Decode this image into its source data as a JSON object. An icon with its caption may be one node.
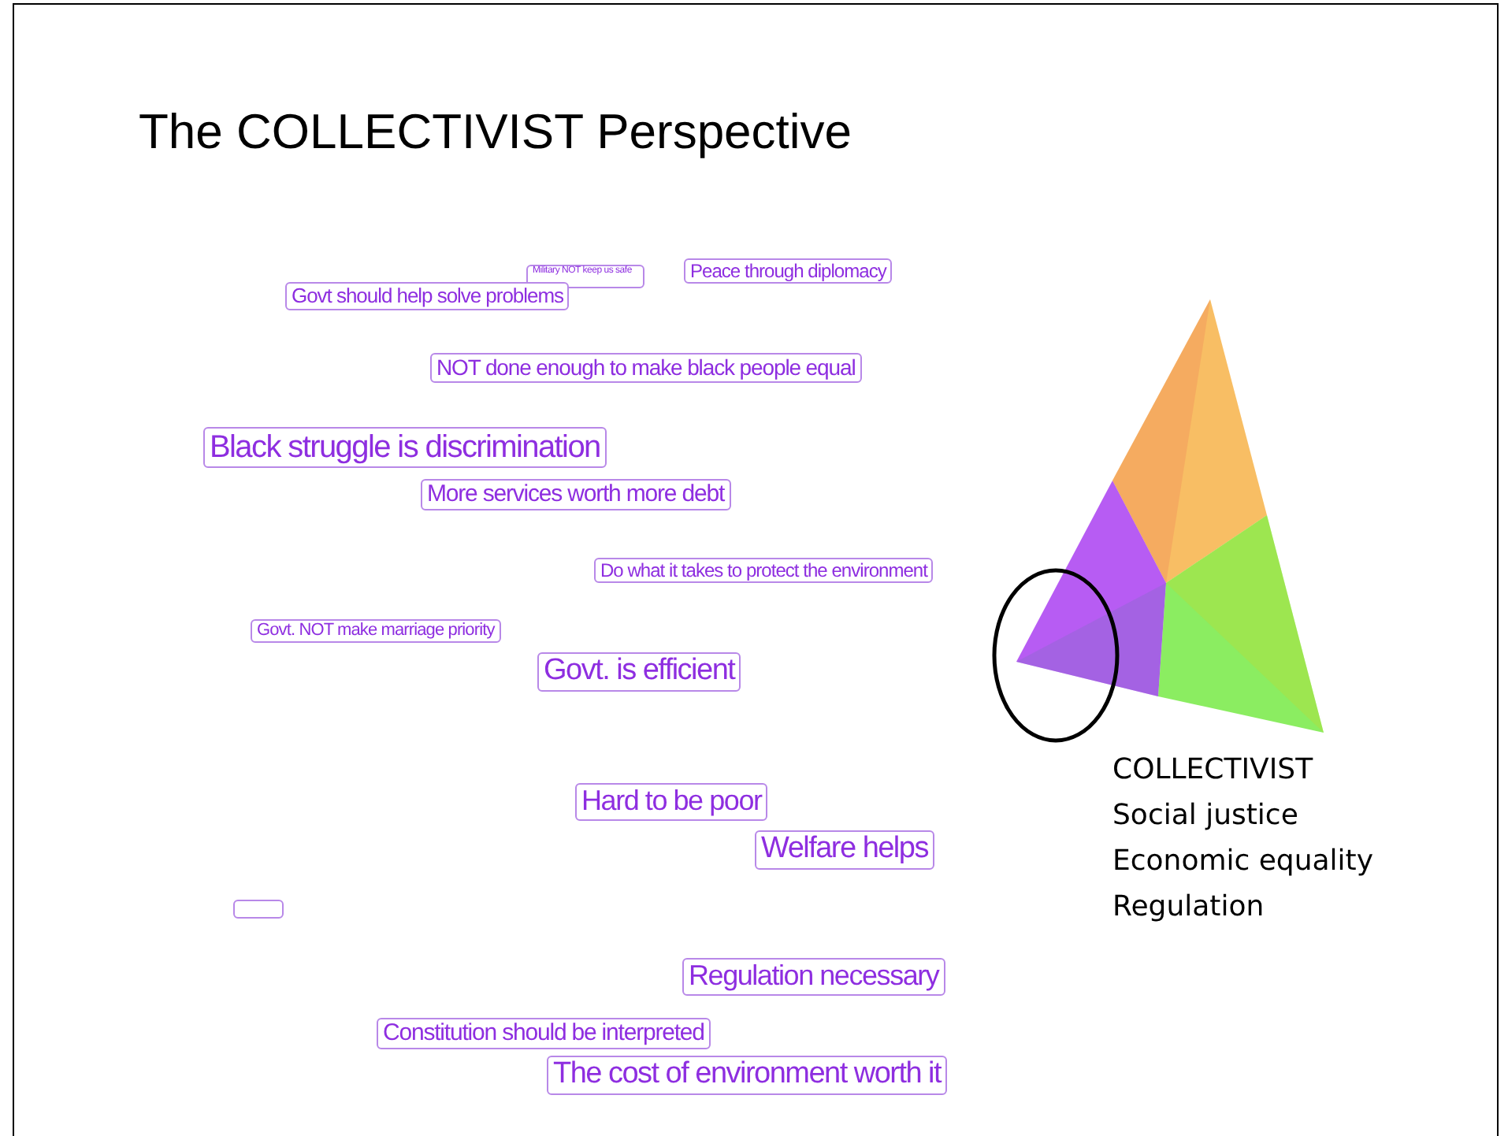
{
  "diagram": {
    "title": "The COLLECTIVIST Perspective",
    "nodes": [
      {
        "text": [
          "Military NOT keep us safe"
        ]
      },
      {
        "text": [
          "Peace through diplomacy"
        ]
      },
      {
        "text": [
          "Govt should help solve problems"
        ]
      },
      {
        "text": [
          "NOT done enough to make black people equal"
        ]
      },
      {
        "text": [
          "More services worth more debt"
        ]
      },
      {
        "text": [
          "Black struggle is discrimination"
        ]
      },
      {
        "text": [
          "Do what it takes to protect the environment"
        ]
      },
      {
        "text": [
          "Govt. NOT make marriage priority"
        ]
      },
      {
        "text": [
          "Govt. is efficient"
        ]
      },
      {
        "text": [
          "Hard to be poor"
        ]
      },
      {
        "text": [
          "Welfare helps"
        ]
      },
      {
        "text": [],
        "shape": "box"
      },
      {
        "text": [
          "Regulation necessary"
        ]
      },
      {
        "text": [
          "Constitution should be interpreted"
        ]
      },
      {
        "text": [
          "The cost of environment worth it"
        ]
      }
    ],
    "labels": [
      "COLLECTIVIST",
      "Social justice",
      "Economic equality",
      "Regulation"
    ]
  }
}
